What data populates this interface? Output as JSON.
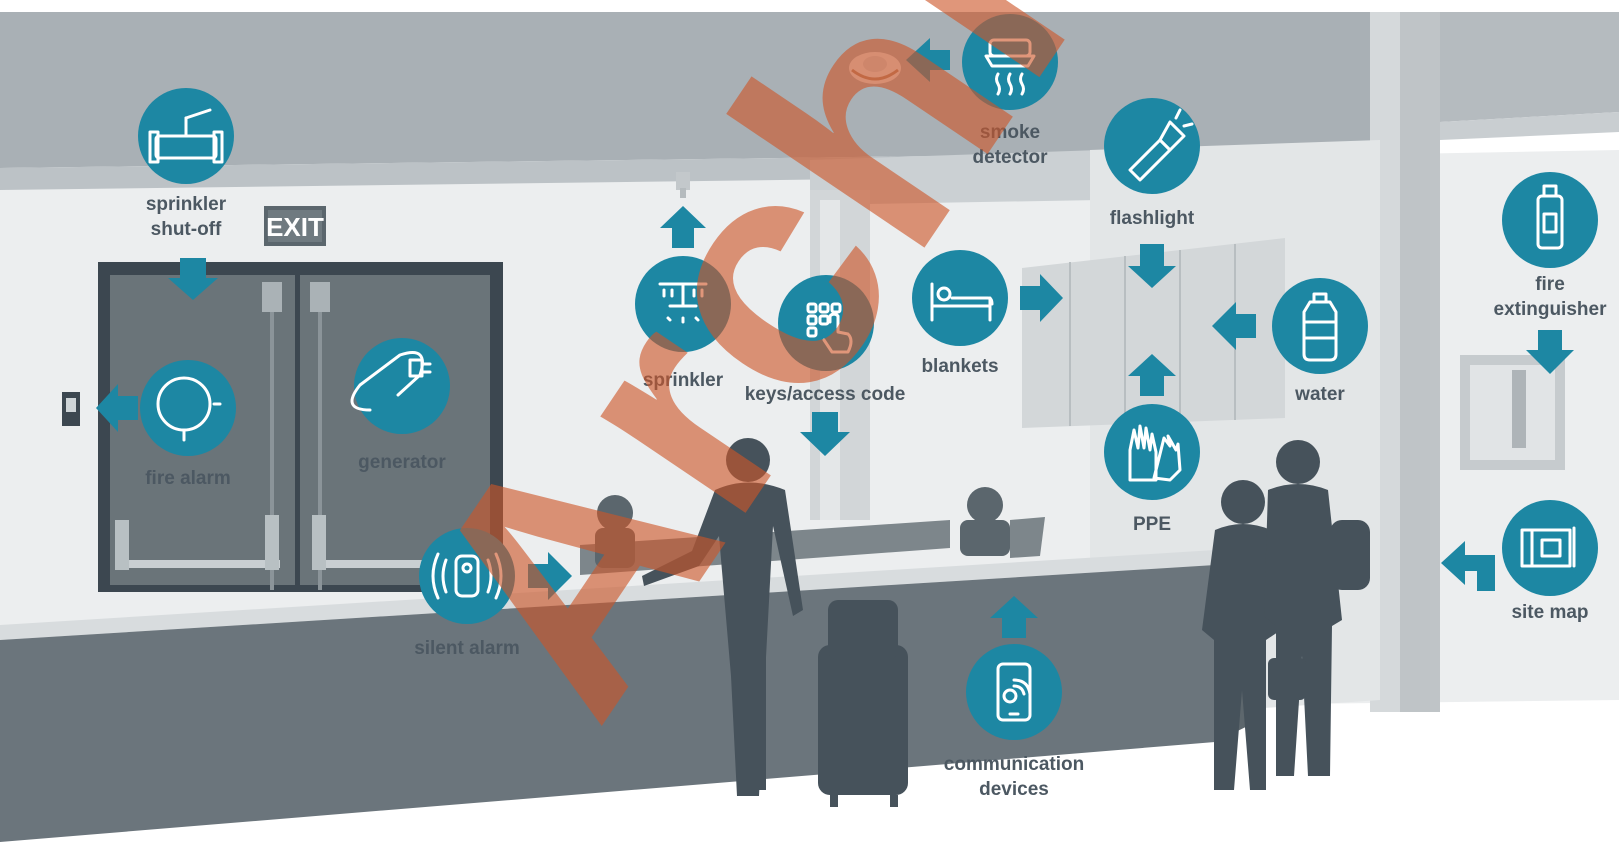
{
  "colors": {
    "accent": "#1d87a3",
    "icon_white": "#ffffff",
    "label_text": "#4c5862",
    "ceiling": "#a9b0b5",
    "wall": "#e8eaeb",
    "counter": "#6b757c",
    "silhouette": "#46525b",
    "watermark": "#d0602f"
  },
  "exit_sign": {
    "text": "EXIT"
  },
  "watermark": {
    "text": "Archive"
  },
  "callouts": {
    "sprinkler_shutoff": {
      "icon": "valve-icon",
      "label": [
        "sprinkler",
        "shut-off"
      ]
    },
    "fire_alarm": {
      "icon": "bell-icon",
      "label": [
        "fire alarm"
      ]
    },
    "generator": {
      "icon": "plug-icon",
      "label": [
        "generator"
      ]
    },
    "silent_alarm": {
      "icon": "silent-alarm-icon",
      "label": [
        "silent alarm"
      ]
    },
    "sprinkler": {
      "icon": "sprinkler-icon",
      "label": [
        "sprinkler"
      ]
    },
    "keys_access": {
      "icon": "keypad-icon",
      "label": [
        "keys/access code"
      ]
    },
    "smoke_detector": {
      "icon": "smoke-detector-icon",
      "label": [
        "smoke",
        "detector"
      ]
    },
    "flashlight": {
      "icon": "flashlight-icon",
      "label": [
        "flashlight"
      ]
    },
    "blankets": {
      "icon": "bed-icon",
      "label": [
        "blankets"
      ]
    },
    "water": {
      "icon": "water-bottle-icon",
      "label": [
        "water"
      ]
    },
    "ppe": {
      "icon": "gloves-icon",
      "label": [
        "PPE"
      ]
    },
    "communication": {
      "icon": "phone-icon",
      "label": [
        "communication",
        "devices"
      ]
    },
    "fire_extinguisher": {
      "icon": "extinguisher-icon",
      "label": [
        "fire",
        "extinguisher"
      ]
    },
    "site_map": {
      "icon": "map-icon",
      "label": [
        "site map"
      ]
    }
  }
}
